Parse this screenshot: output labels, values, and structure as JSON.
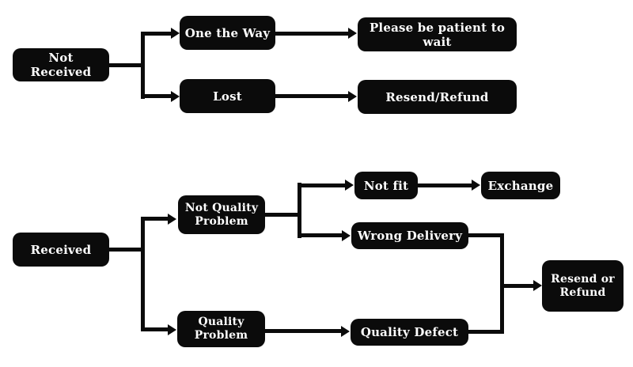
{
  "diagram": {
    "colors": {
      "background": "#ffffff",
      "node_fill": "#0b0b0b",
      "node_text": "#ffffff",
      "connector": "#0b0b0b"
    },
    "nodes": {
      "not_received": "Not Received",
      "one_the_way": "One the Way",
      "please_wait": "Please be patient to wait",
      "lost": "Lost",
      "resend_refund": "Resend/Refund",
      "received": "Received",
      "not_quality_problem": "Not Quality Problem",
      "not_fit": "Not fit",
      "exchange": "Exchange",
      "wrong_delivery": "Wrong Delivery",
      "quality_problem": "Quality Problem",
      "quality_defect": "Quality Defect",
      "resend_or_refund": "Resend or Refund"
    }
  }
}
